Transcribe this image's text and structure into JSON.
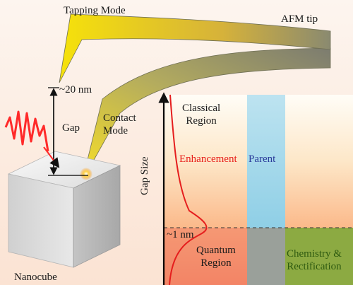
{
  "labels": {
    "tapping_mode": "Tapping Mode",
    "afm_tip": "AFM tip",
    "gap_distance": "~20 nm",
    "gap": "Gap",
    "contact_mode": "Contact\nMode",
    "nanocube": "Nanocube",
    "classical_region": "Classical\nRegion",
    "enhancement": "Enhancement",
    "parent": "Parent",
    "gap_size": "Gap Size",
    "one_nm": "~1 nm",
    "quantum_region": "Quantum\nRegion",
    "chemistry_rectification": "Chemistry &\nRectification"
  },
  "colors": {
    "enhancement_text": "#e8201c",
    "parent_text": "#2a3a9a",
    "chemistry_text": "#2e5a10",
    "parent_band": "#a8dcef",
    "chemistry_band": "#8caa42",
    "enhancement_curve": "#e51e1e",
    "tip_yellow": "#f5e000",
    "laser_red": "#ff2020"
  }
}
